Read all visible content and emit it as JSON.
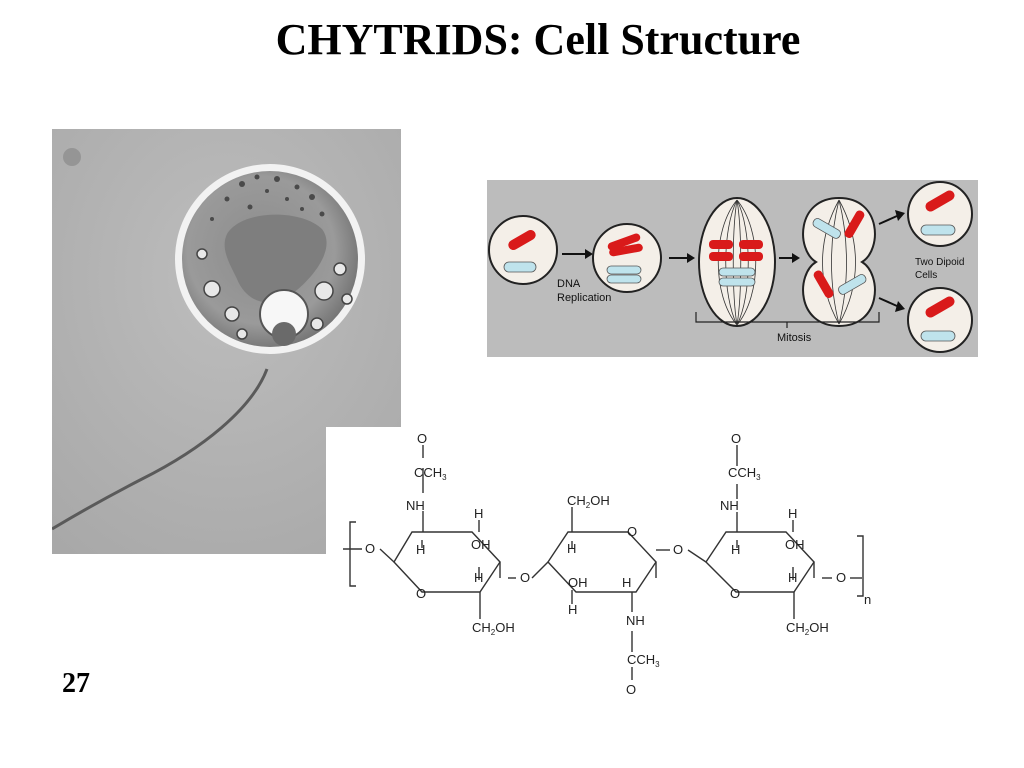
{
  "slide": {
    "title": "CHYTRIDS: Cell Structure",
    "number": "27"
  },
  "mitosis_figure": {
    "labels": {
      "dna_replication_line1": "DNA",
      "dna_replication_line2": "Replication",
      "mitosis": "Mitosis",
      "two_diploid_line1": "Two Dipoid",
      "two_diploid_line2": "Cells"
    },
    "colors": {
      "red": "#d91a1a",
      "blue": "#bfe3ec",
      "background": "#bcbcbc"
    }
  },
  "chitin_structure": {
    "atoms": {
      "o": "O",
      "cch3": "CCH",
      "sub3": "3",
      "nh": "NH",
      "h": "H",
      "oh": "OH",
      "ch2oh_ch": "CH",
      "sub2": "2",
      "ch2oh_oh": "OH",
      "n": "n"
    }
  }
}
